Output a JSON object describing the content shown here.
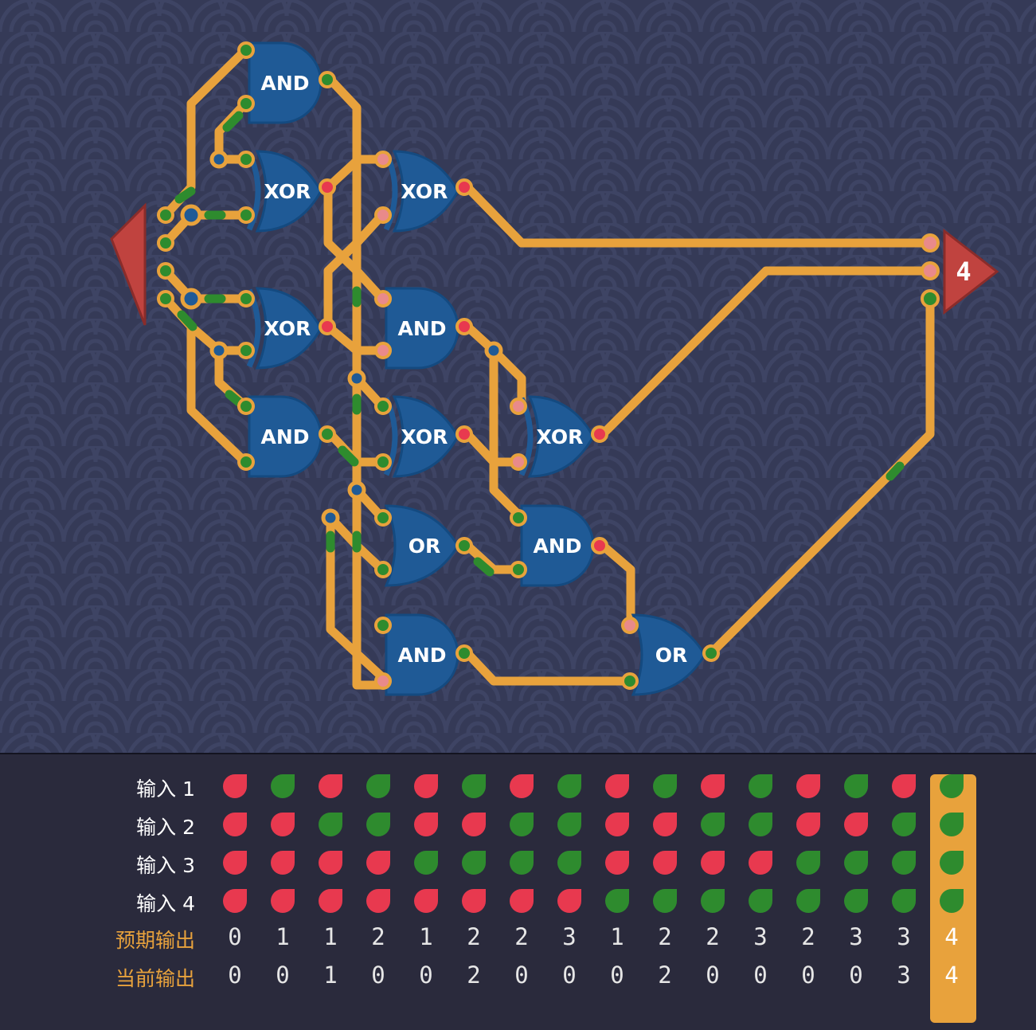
{
  "board": {
    "colors": {
      "background": "#353a57",
      "wire": "#e8a23c",
      "gate": "#1f5a96",
      "on": "#2e8b2e",
      "off": "#e8394f",
      "source": "#c0433f"
    },
    "gates": [
      {
        "id": "g1",
        "label": "AND"
      },
      {
        "id": "g2",
        "label": "XOR"
      },
      {
        "id": "g3",
        "label": "XOR"
      },
      {
        "id": "g4",
        "label": "AND"
      },
      {
        "id": "g5",
        "label": "XOR"
      },
      {
        "id": "g6",
        "label": "AND"
      },
      {
        "id": "g7",
        "label": "XOR"
      },
      {
        "id": "g8",
        "label": "XOR"
      },
      {
        "id": "g9",
        "label": "OR"
      },
      {
        "id": "g10",
        "label": "AND"
      },
      {
        "id": "g11",
        "label": "AND"
      },
      {
        "id": "g12",
        "label": "OR"
      }
    ],
    "output_node": {
      "value": "4"
    }
  },
  "truth_table": {
    "row_labels": [
      "输入 1",
      "输入 2",
      "输入 3",
      "输入 4",
      "预期输出",
      "当前输出"
    ],
    "inputs": [
      [
        0,
        1,
        0,
        1,
        0,
        1,
        0,
        1,
        0,
        1,
        0,
        1,
        0,
        1,
        0,
        1
      ],
      [
        0,
        0,
        1,
        1,
        0,
        0,
        1,
        1,
        0,
        0,
        1,
        1,
        0,
        0,
        1,
        1
      ],
      [
        0,
        0,
        0,
        0,
        1,
        1,
        1,
        1,
        0,
        0,
        0,
        0,
        1,
        1,
        1,
        1
      ],
      [
        0,
        0,
        0,
        0,
        0,
        0,
        0,
        0,
        1,
        1,
        1,
        1,
        1,
        1,
        1,
        1
      ]
    ],
    "expected": [
      "0",
      "1",
      "1",
      "2",
      "1",
      "2",
      "2",
      "3",
      "1",
      "2",
      "2",
      "3",
      "2",
      "3",
      "3",
      "4"
    ],
    "current": [
      "0",
      "0",
      "1",
      "0",
      "0",
      "2",
      "0",
      "0",
      "0",
      "2",
      "0",
      "0",
      "0",
      "0",
      "3",
      "4"
    ],
    "highlighted_column": 15
  }
}
